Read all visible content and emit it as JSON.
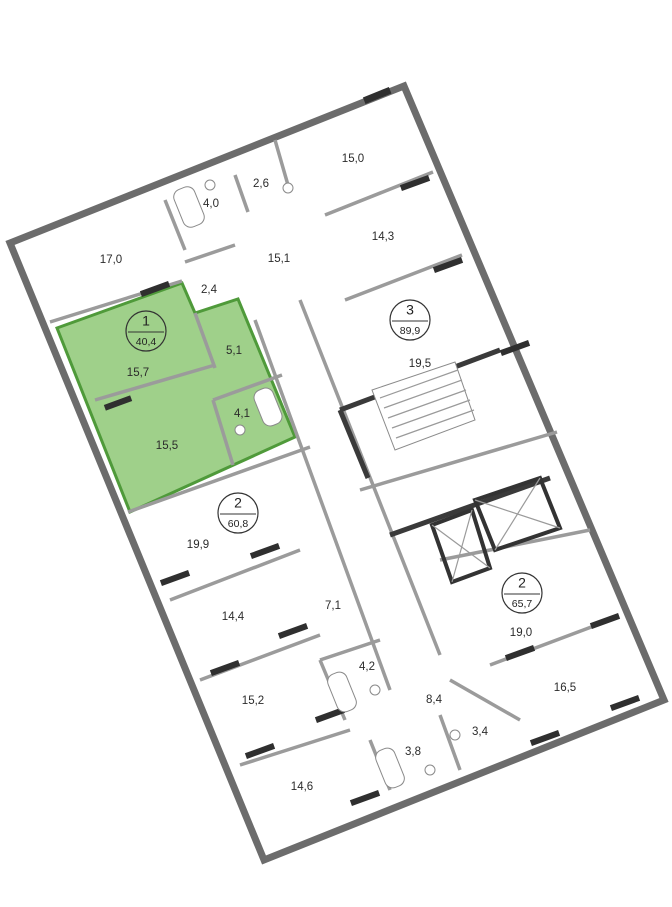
{
  "plan": {
    "rooms": [
      {
        "id": "r1",
        "label": "15,0"
      },
      {
        "id": "r2",
        "label": "2,6"
      },
      {
        "id": "r3",
        "label": "4,0"
      },
      {
        "id": "r4",
        "label": "14,3"
      },
      {
        "id": "r5",
        "label": "17,0"
      },
      {
        "id": "r6",
        "label": "15,1"
      },
      {
        "id": "r7",
        "label": "2,4"
      },
      {
        "id": "r8",
        "label": "19,5"
      },
      {
        "id": "r9",
        "label": "5,1"
      },
      {
        "id": "r10",
        "label": "15,7"
      },
      {
        "id": "r11",
        "label": "4,1"
      },
      {
        "id": "r12",
        "label": "15,5"
      },
      {
        "id": "r13",
        "label": "19,9"
      },
      {
        "id": "r14",
        "label": "14,4"
      },
      {
        "id": "r15",
        "label": "7,1"
      },
      {
        "id": "r16",
        "label": "19,0"
      },
      {
        "id": "r17",
        "label": "4,2"
      },
      {
        "id": "r18",
        "label": "16,5"
      },
      {
        "id": "r19",
        "label": "15,2"
      },
      {
        "id": "r20",
        "label": "8,4"
      },
      {
        "id": "r21",
        "label": "3,8"
      },
      {
        "id": "r22",
        "label": "3,4"
      },
      {
        "id": "r23",
        "label": "14,6"
      }
    ],
    "apartments": [
      {
        "id": "apt1",
        "rooms": "1",
        "area": "40,4",
        "selected": true
      },
      {
        "id": "apt2",
        "rooms": "3",
        "area": "89,9",
        "selected": false
      },
      {
        "id": "apt3",
        "rooms": "2",
        "area": "60,8",
        "selected": false
      },
      {
        "id": "apt4",
        "rooms": "2",
        "area": "65,7",
        "selected": false
      }
    ],
    "colors": {
      "selected_fill": "#9fd08a",
      "selected_stroke": "#4f9a3a",
      "wall": "#6c6c6c",
      "balcony": "#2f2f2f",
      "background": "#ffffff"
    }
  }
}
